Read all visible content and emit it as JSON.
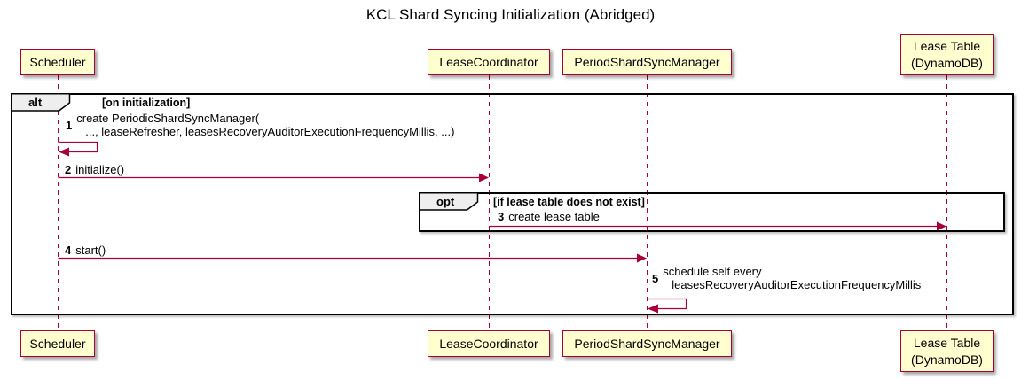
{
  "title": "KCL Shard Syncing Initialization (Abridged)",
  "colors": {
    "background": "#FFFFFF",
    "participant_fill": "#FEFECE",
    "participant_border": "#A80036",
    "arrow": "#A80036",
    "lifeline": "#A80036",
    "frame_border": "#000000",
    "operator_label_fill": "#EEEEEE",
    "text": "#000000"
  },
  "participants": [
    {
      "label": "Scheduler"
    },
    {
      "label": "LeaseCoordinator"
    },
    {
      "label": "PeriodShardSyncManager"
    },
    {
      "label": "Lease Table",
      "label2": "(DynamoDB)"
    }
  ],
  "frames": [
    {
      "operator": "alt",
      "guard": "[on initialization]"
    },
    {
      "operator": "opt",
      "guard": "[if lease table does not exist]"
    }
  ],
  "messages": [
    {
      "seq": "1",
      "from": "Scheduler",
      "to": "Scheduler",
      "lines": [
        "create PeriodicShardSyncManager(",
        "..., leaseRefresher, leasesRecoveryAuditorExecutionFrequencyMillis, ...)"
      ]
    },
    {
      "seq": "2",
      "from": "Scheduler",
      "to": "LeaseCoordinator",
      "lines": [
        "initialize()"
      ]
    },
    {
      "seq": "3",
      "from": "LeaseCoordinator",
      "to": "Lease Table (DynamoDB)",
      "lines": [
        "create lease table"
      ]
    },
    {
      "seq": "4",
      "from": "Scheduler",
      "to": "PeriodShardSyncManager",
      "lines": [
        "start()"
      ]
    },
    {
      "seq": "5",
      "from": "PeriodShardSyncManager",
      "to": "PeriodShardSyncManager",
      "lines": [
        "schedule self every",
        "leasesRecoveryAuditorExecutionFrequencyMillis"
      ]
    }
  ]
}
